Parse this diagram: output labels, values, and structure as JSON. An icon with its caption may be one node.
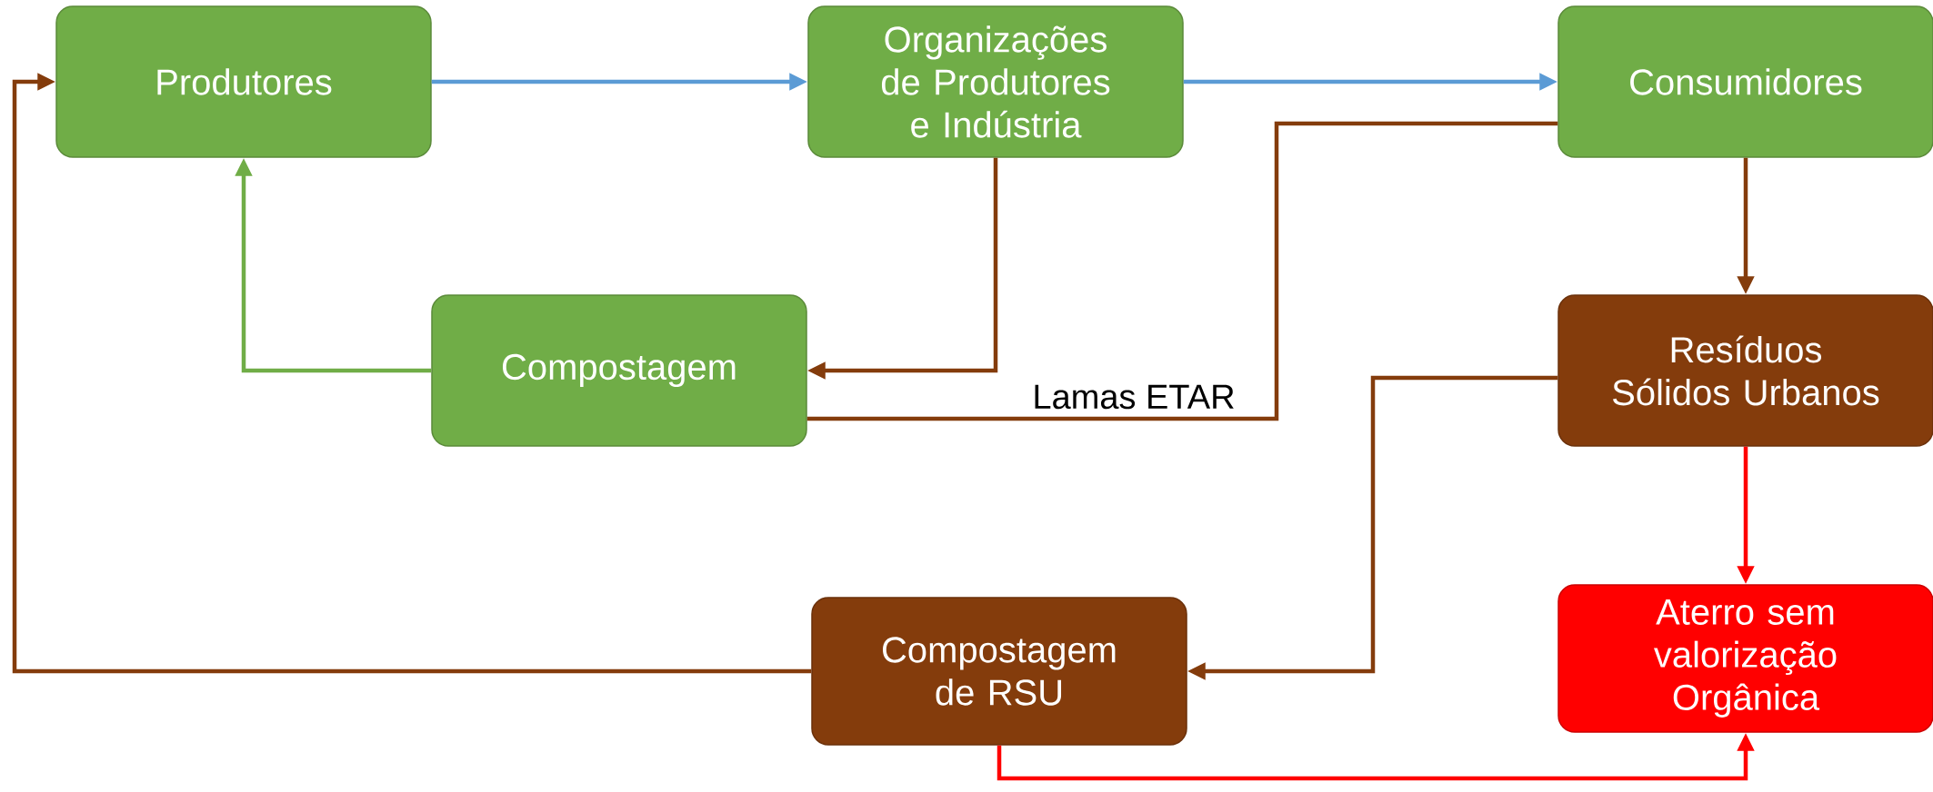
{
  "diagram": {
    "nodes": [
      {
        "text": [
          "Produtores"
        ]
      },
      {
        "text": [
          "Organizações de Produtores e Indústria"
        ]
      },
      {
        "text": [
          "Consumidores"
        ]
      },
      {
        "text": [
          "Compostagem"
        ]
      },
      {
        "text": [
          "Resíduos Sólidos Urbanos"
        ]
      },
      {
        "text": [
          "Compostagem de RSU"
        ]
      },
      {
        "text": [
          "Aterro sem valorização Orgânica"
        ]
      }
    ],
    "edges": [
      {
        "from": 0,
        "to": 1,
        "arrow": "to",
        "color": "#5b9bd5"
      },
      {
        "from": 1,
        "to": 2,
        "arrow": "to",
        "color": "#5b9bd5"
      },
      {
        "from": 1,
        "to": 3,
        "arrow": "to",
        "color": "#843c0c"
      },
      {
        "from": 2,
        "to": 3,
        "arrow": "none",
        "label": "Lamas ETAR",
        "color": "#843c0c"
      },
      {
        "from": 3,
        "to": 0,
        "arrow": "to",
        "color": "#70ad47"
      },
      {
        "from": 2,
        "to": 4,
        "arrow": "to",
        "color": "#843c0c"
      },
      {
        "from": 4,
        "to": 5,
        "arrow": "to",
        "color": "#843c0c"
      },
      {
        "from": 4,
        "to": 6,
        "arrow": "to",
        "color": "#ff0000"
      },
      {
        "from": 5,
        "to": 0,
        "arrow": "to",
        "color": "#843c0c"
      },
      {
        "from": 5,
        "to": 6,
        "arrow": "to",
        "color": "#ff0000"
      }
    ]
  }
}
